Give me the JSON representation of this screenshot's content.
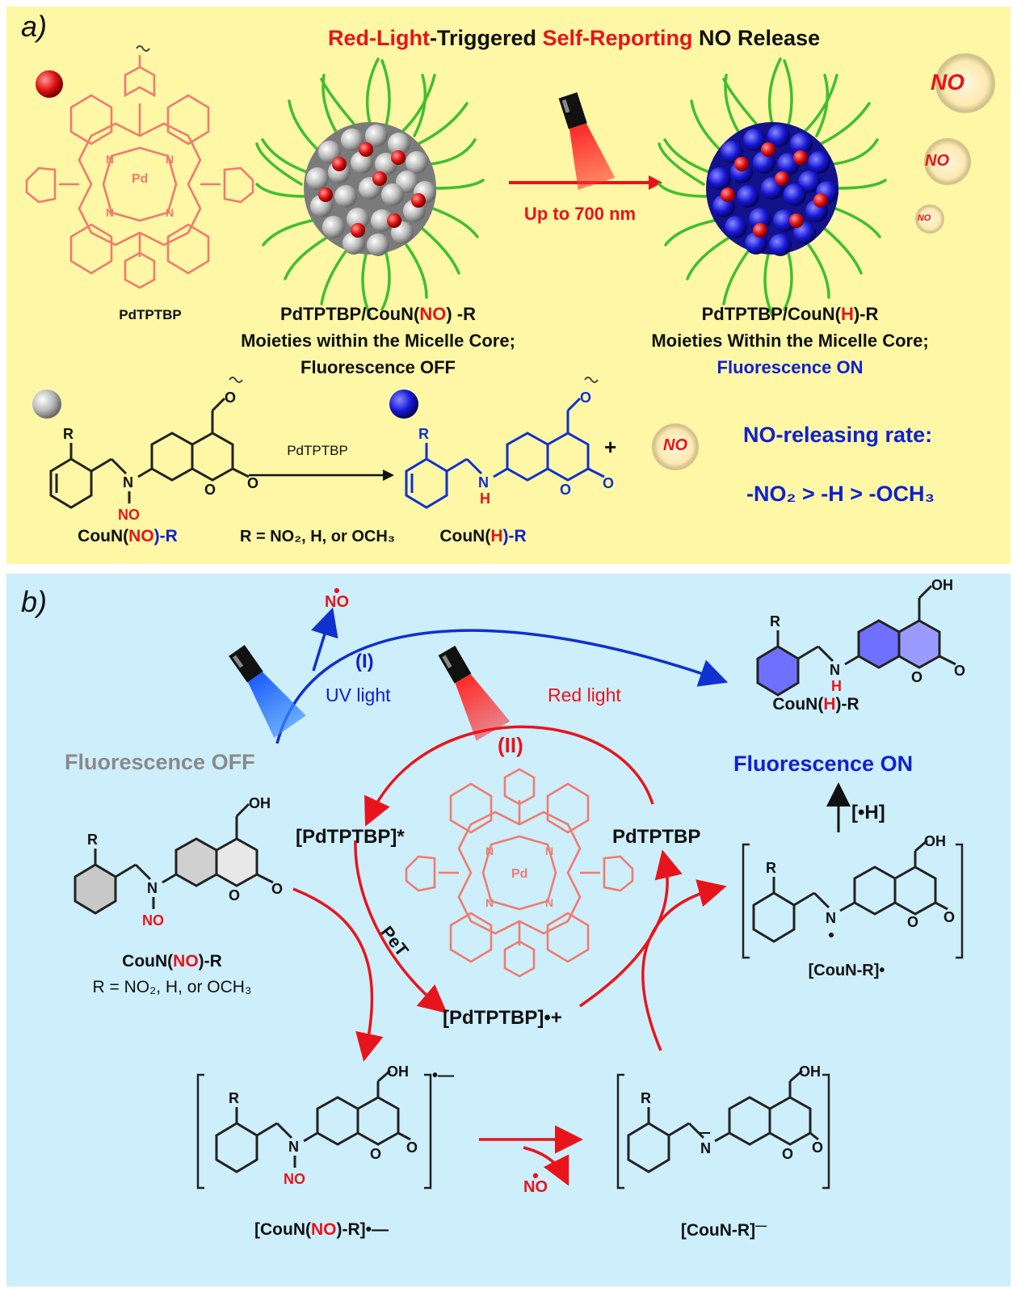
{
  "panel_a": {
    "label": "a)",
    "title_part1": "Red-Light",
    "title_part2": "-Triggered ",
    "title_part3": "Self-Reporting",
    "title_part4": " NO Release",
    "porphyrin_label": "PdTPTBP",
    "micelle_left_line1_prefix": "PdTPTBP/CouN(",
    "micelle_left_line1_red": "NO",
    "micelle_left_line1_suffix": ") -R",
    "micelle_left_line2": "Moieties within the Micelle Core;",
    "micelle_left_line3": "Fluorescence OFF",
    "arrow_label": "Up to 700 nm",
    "micelle_right_line1_prefix": "PdTPTBP/CouN(",
    "micelle_right_line1_red": "H",
    "micelle_right_line1_suffix": ")-R",
    "micelle_right_line2": "Moieties Within the Micelle Core;",
    "micelle_right_line3": "Fluorescence ON",
    "no_bubble": "NO",
    "reactant_prefix": "CouN(",
    "reactant_red": "NO",
    "reactant_suffix": ")-R",
    "r_def": "R = NO₂, H, or OCH₃",
    "reaction_catalyst": "PdTPTBP",
    "product_prefix": "CouN(",
    "product_red": "H",
    "product_suffix": ")-R",
    "plus": "+",
    "rate_title": "NO-releasing rate:",
    "rate_order": "-NO₂ > -H > -OCH₃"
  },
  "panel_b": {
    "label": "b)",
    "no_radical": "NO",
    "path1": "(I)",
    "uv_light": "UV light",
    "red_light": "Red light",
    "path2": "(II)",
    "fluor_off": "Fluorescence OFF",
    "fluor_on": "Fluorescence ON",
    "product_prefix": "CouN(",
    "product_red": "H",
    "product_suffix": ")-R",
    "h_radical": "[•H]",
    "excited": "[PdTPTBP]*",
    "ground": "PdTPTBP",
    "cation": "[PdTPTBP]•+",
    "pet": "PeT",
    "start_prefix": "CouN(",
    "start_red": "NO",
    "start_suffix": ")-R",
    "r_def": "R = NO₂, H, or OCH₃",
    "radical_anion_prefix": "[CouN(",
    "radical_anion_red": "NO",
    "radical_anion_suffix": ")-R]•—",
    "anion": "[CouN-R]",
    "anion_charge": "—",
    "radical": "[CouN-R]•",
    "no_radical_2": "NO",
    "bracket_charge": "•—"
  },
  "colors": {
    "panel_a_bg": "#fdf7a6",
    "panel_b_bg": "#cdeefb",
    "red": "#e8141b",
    "blue": "#1020d0",
    "porphyrin": "#f07b6e"
  }
}
